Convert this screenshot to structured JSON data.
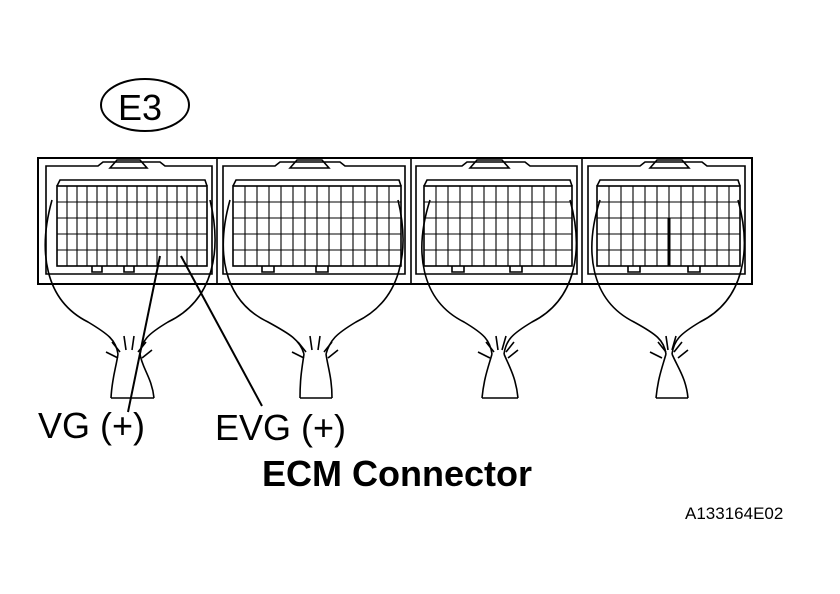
{
  "connector": {
    "id": "E3",
    "title": "ECM Connector"
  },
  "pins": {
    "vg": "VG (+)",
    "evg": "EVG (+)"
  },
  "figure": {
    "code": "A133164E02"
  }
}
